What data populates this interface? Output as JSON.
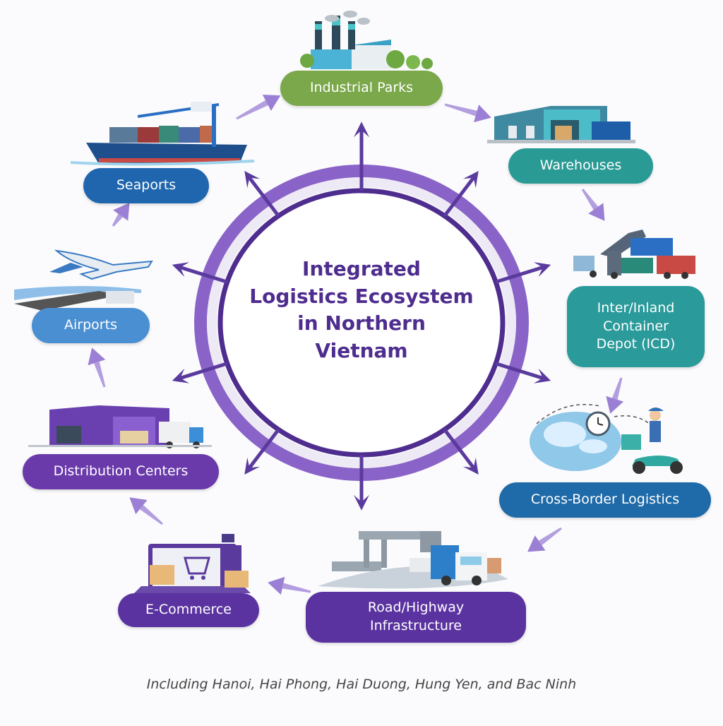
{
  "title": "Integrated Logistics Ecosystem in Northern Vietnam",
  "title_lines": [
    "Integrated",
    "Logistics Ecosystem",
    "in Northern",
    "Vietnam"
  ],
  "caption": "Including Hanoi, Hai Phong, Hai Duong, Hung Yen, and Bac Ninh",
  "colors": {
    "ring_outer": "#8a63c8",
    "ring_inner": "#4e2d8f",
    "ring_gap": "#eeeaf5",
    "arrow": "#5b3a9e",
    "flow_arrow": "#9b7fd4",
    "title": "#4e2d8f"
  },
  "nodes": [
    {
      "id": "industrial-parks",
      "label": "Industrial Parks",
      "color": "#7aa84a",
      "icon": "factory-icon"
    },
    {
      "id": "warehouses",
      "label": "Warehouses",
      "color": "#2a9a95",
      "icon": "warehouse-icon"
    },
    {
      "id": "icd",
      "label": "Inter/Inland\nContainer\nDepot (ICD)",
      "color": "#2a9a9a",
      "icon": "container-crane-icon"
    },
    {
      "id": "cross-border",
      "label": "Cross-Border Logistics",
      "color": "#1f6aa8",
      "icon": "globe-delivery-icon"
    },
    {
      "id": "road-highway",
      "label": "Road/Highway\nInfrastructure",
      "color": "#5b33a0",
      "icon": "highway-truck-icon"
    },
    {
      "id": "e-commerce",
      "label": "E-Commerce",
      "color": "#5b33a0",
      "icon": "laptop-cart-icon"
    },
    {
      "id": "distribution-centers",
      "label": "Distribution Centers",
      "color": "#6a3aab",
      "icon": "distribution-building-icon"
    },
    {
      "id": "airports",
      "label": "Airports",
      "color": "#4a8fd2",
      "icon": "airplane-icon"
    },
    {
      "id": "seaports",
      "label": "Seaports",
      "color": "#1f66ae",
      "icon": "cargo-ship-icon"
    }
  ],
  "flow": [
    "seaports",
    "industrial-parks",
    "warehouses",
    "icd",
    "cross-border",
    "road-highway",
    "e-commerce",
    "distribution-centers",
    "airports",
    "seaports"
  ],
  "radial_arrow_count": 10
}
